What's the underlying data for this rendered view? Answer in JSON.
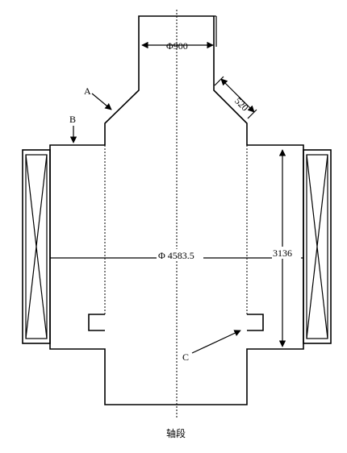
{
  "labels": {
    "dim_neck": "Φ900",
    "dim_chamfer": "520",
    "dim_diameter": "Φ 4583.5",
    "dim_height": "3136",
    "marker_a": "A",
    "marker_b": "B",
    "marker_c": "C",
    "axis_caption": "轴段"
  }
}
